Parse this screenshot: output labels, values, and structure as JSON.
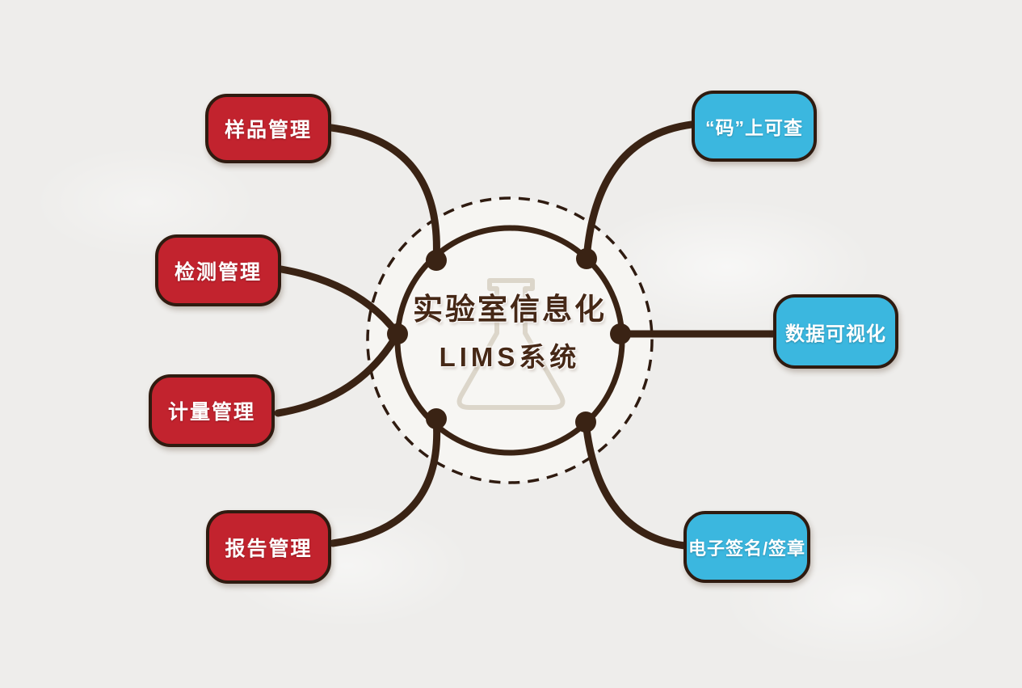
{
  "diagram": {
    "type": "radial-mindmap",
    "center": {
      "title_line1": "实验室信息化",
      "title_line2": "LIMS系统",
      "watermark_icon": "erlenmeyer-flask-icon"
    },
    "left_nodes": [
      {
        "label": "样品管理"
      },
      {
        "label": "检测管理"
      },
      {
        "label": "计量管理"
      },
      {
        "label": "报告管理"
      }
    ],
    "right_nodes": [
      {
        "label": "“码”上可查"
      },
      {
        "label": "数据可视化"
      },
      {
        "label": "电子签名/签章"
      }
    ],
    "colors": {
      "left_node_fill": "#c2232e",
      "right_node_fill": "#3bb7df",
      "node_border": "#2f1b10",
      "connector": "#3a2314",
      "center_text": "#462816",
      "circle_fill": "#f7f6f3",
      "watermark": "#dcd6ca",
      "background": "#eeedeb"
    }
  }
}
